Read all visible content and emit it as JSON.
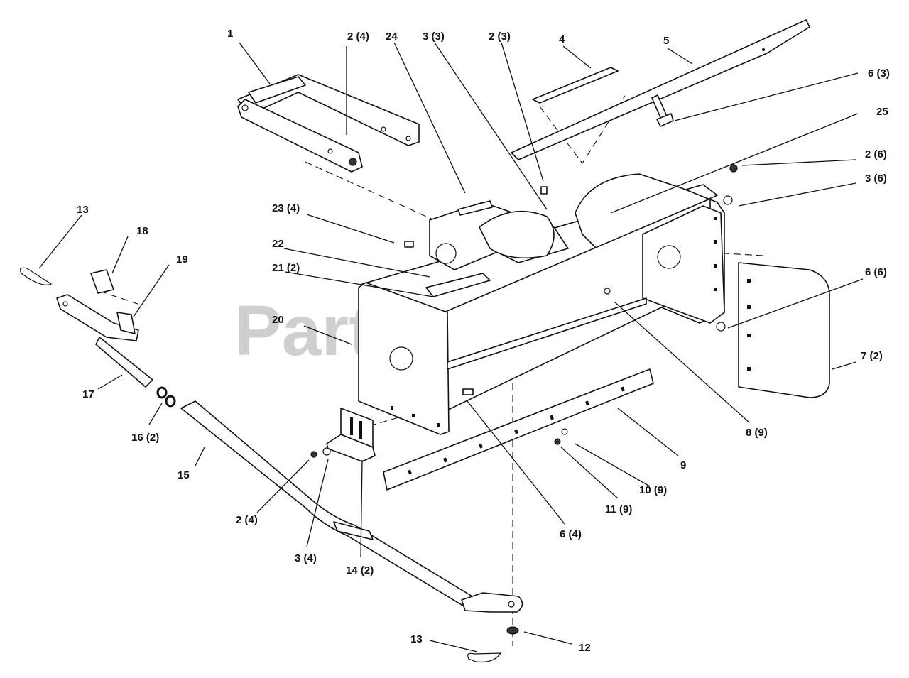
{
  "watermark": {
    "text": "PartsTree",
    "tm": "™"
  },
  "callouts": {
    "c1": "1",
    "c2_4_top": "2 (4)",
    "c24": "24",
    "c3_3": "3 (3)",
    "c2_3": "2 (3)",
    "c4": "4",
    "c5": "5",
    "c6_3": "6 (3)",
    "c25": "25",
    "c2_6": "2 (6)",
    "c3_6": "3 (6)",
    "c13_top": "13",
    "c18": "18",
    "c19": "19",
    "c23_4": "23 (4)",
    "c22": "22",
    "c21_2": "21 (2)",
    "c20": "20",
    "c6_6": "6 (6)",
    "c7_2": "7 (2)",
    "c17": "17",
    "c16_2": "16 (2)",
    "c15": "15",
    "c8_9": "8 (9)",
    "c9": "9",
    "c10_9": "10 (9)",
    "c11_9": "11 (9)",
    "c2_4_bottom": "2 (4)",
    "c3_4": "3 (4)",
    "c14_2": "14 (2)",
    "c6_4": "6 (4)",
    "c13_bottom": "13",
    "c12": "12"
  }
}
